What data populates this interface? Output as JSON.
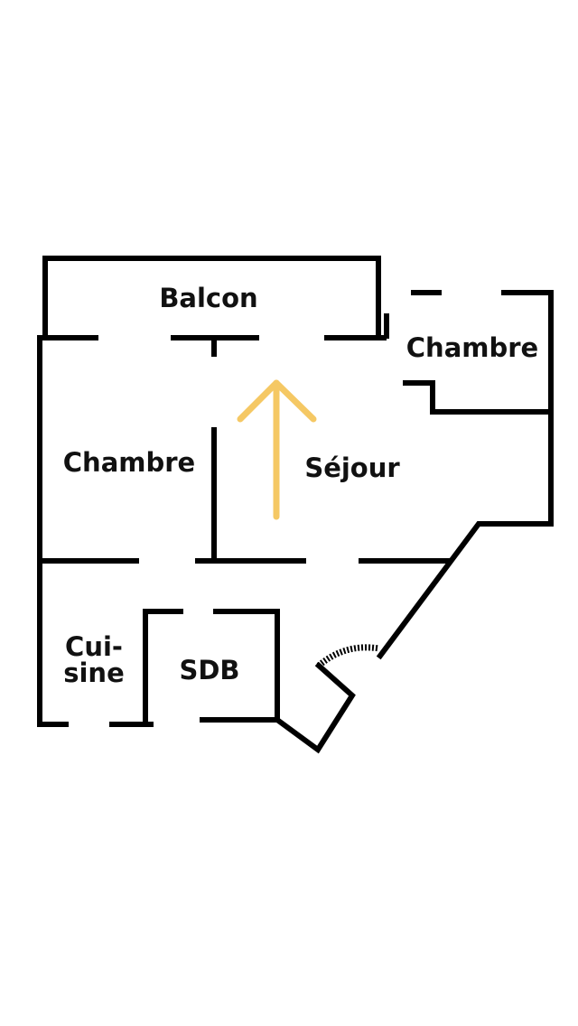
{
  "rooms": {
    "balcon": "Balcon",
    "chambre_right": "Chambre",
    "chambre_left": "Chambre",
    "sejour": "Séjour",
    "cuisine_line1": "Cui-",
    "cuisine_line2": "sine",
    "sdb": "SDB"
  },
  "colors": {
    "walls": "#000000",
    "arrow": "#F5C864",
    "background": "#ffffff"
  },
  "icons": {
    "direction": "up-arrow-icon",
    "entrance": "door-swing-icon"
  }
}
